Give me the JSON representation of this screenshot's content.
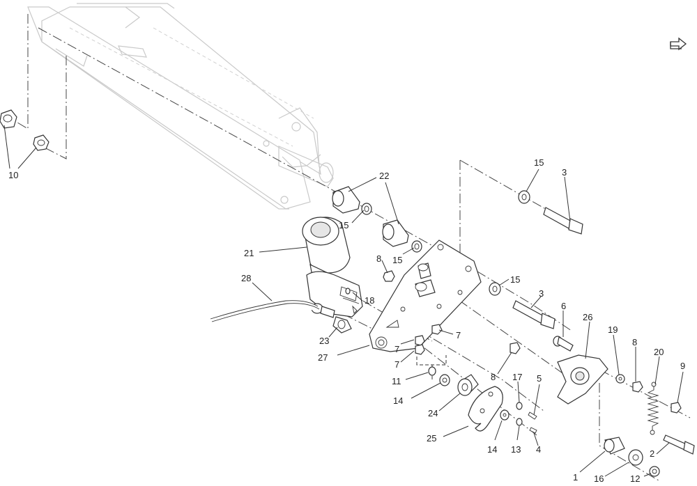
{
  "diagram": {
    "callouts": [
      {
        "id": "c10",
        "label": "10"
      },
      {
        "id": "c22",
        "label": "22"
      },
      {
        "id": "c15a",
        "label": "15"
      },
      {
        "id": "c3a",
        "label": "3"
      },
      {
        "id": "c15b",
        "label": "15"
      },
      {
        "id": "c21",
        "label": "21"
      },
      {
        "id": "c15c",
        "label": "15"
      },
      {
        "id": "c8a",
        "label": "8"
      },
      {
        "id": "c15d",
        "label": "15"
      },
      {
        "id": "c3b",
        "label": "3"
      },
      {
        "id": "c28",
        "label": "28"
      },
      {
        "id": "c18",
        "label": "18"
      },
      {
        "id": "c6",
        "label": "6"
      },
      {
        "id": "c26",
        "label": "26"
      },
      {
        "id": "c19",
        "label": "19"
      },
      {
        "id": "c8b",
        "label": "8"
      },
      {
        "id": "c20",
        "label": "20"
      },
      {
        "id": "c9",
        "label": "9"
      },
      {
        "id": "c23",
        "label": "23"
      },
      {
        "id": "c7a",
        "label": "7"
      },
      {
        "id": "c27",
        "label": "27"
      },
      {
        "id": "c7b",
        "label": "7"
      },
      {
        "id": "c7c",
        "label": "7"
      },
      {
        "id": "c8c",
        "label": "8"
      },
      {
        "id": "c11",
        "label": "11"
      },
      {
        "id": "c14a",
        "label": "14"
      },
      {
        "id": "c17",
        "label": "17"
      },
      {
        "id": "c5",
        "label": "5"
      },
      {
        "id": "c24",
        "label": "24"
      },
      {
        "id": "c25",
        "label": "25"
      },
      {
        "id": "c14b",
        "label": "14"
      },
      {
        "id": "c13",
        "label": "13"
      },
      {
        "id": "c4",
        "label": "4"
      },
      {
        "id": "c2",
        "label": "2"
      },
      {
        "id": "c1",
        "label": "1"
      },
      {
        "id": "c16",
        "label": "16"
      },
      {
        "id": "c12",
        "label": "12"
      }
    ],
    "corner_icon": "return-arrow-icon"
  }
}
